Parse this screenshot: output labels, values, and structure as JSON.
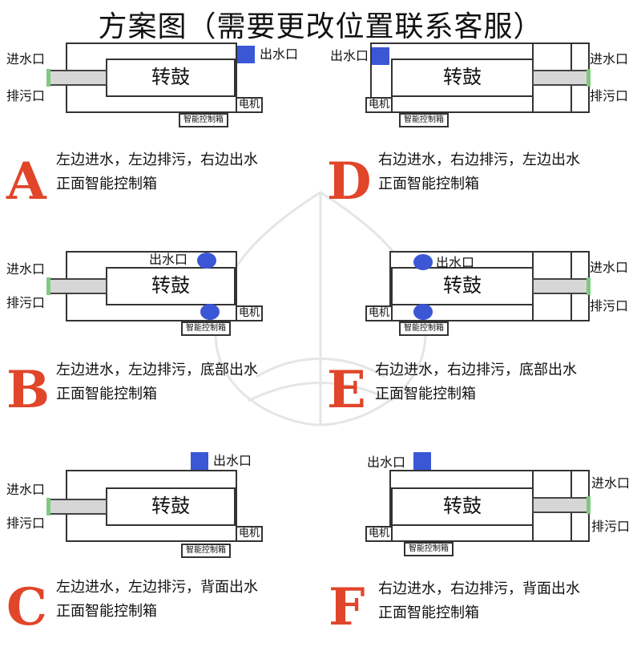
{
  "title": "方案图（需要更改位置联系客服）",
  "labels": {
    "inlet": "进水口",
    "drain": "排污口",
    "outlet": "出水口",
    "drum": "转鼓",
    "motor": "电机",
    "control_box": "智能控制箱"
  },
  "colors": {
    "letter": "#e1452a",
    "outlet_marker": "#3b57d6",
    "pipe_seal": "#7fc97f"
  },
  "options": [
    {
      "letter": "A",
      "line1": "左边进水，左边排污，右边出水",
      "line2": "正面智能控制箱"
    },
    {
      "letter": "D",
      "line1": "右边进水，右边排污，左边出水",
      "line2": "正面智能控制箱"
    },
    {
      "letter": "B",
      "line1": "左边进水，左边排污，底部出水",
      "line2": "正面智能控制箱"
    },
    {
      "letter": "E",
      "line1": "右边进水，右边排污，底部出水",
      "line2": "正面智能控制箱"
    },
    {
      "letter": "C",
      "line1": "左边进水，左边排污，背面出水",
      "line2": "正面智能控制箱"
    },
    {
      "letter": "F",
      "line1": "右边进水，右边排污，背面出水",
      "line2": "正面智能控制箱"
    }
  ]
}
